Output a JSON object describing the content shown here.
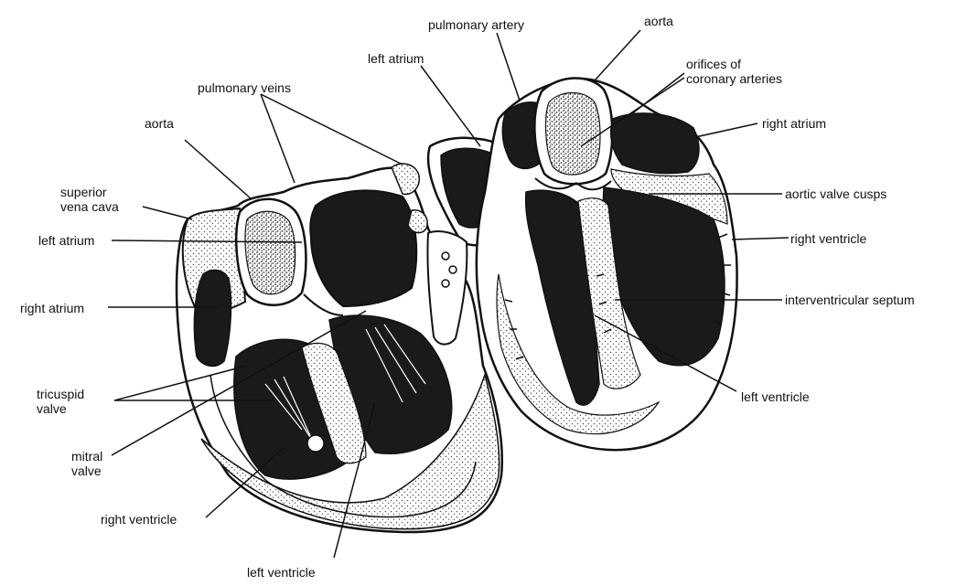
{
  "labels": {
    "pulmonary_artery": "pulmonary artery",
    "aorta_top": "aorta",
    "orifices_coronary": "orifices of\ncoronary arteries",
    "left_atrium_top": "left atrium",
    "pulmonary_veins": "pulmonary veins",
    "aorta_left": "aorta",
    "right_atrium_right": "right atrium",
    "superior_vena_cava": "superior\nvena cava",
    "aortic_valve_cusps": "aortic valve cusps",
    "left_atrium_left": "left atrium",
    "right_ventricle_right": "right ventricle",
    "interventricular_septum": "interventricular septum",
    "right_atrium_left": "right atrium",
    "tricuspid_valve": "tricuspid\nvalve",
    "left_ventricle_right": "left ventricle",
    "mitral_valve": "mitral\nvalve",
    "right_ventricle_left": "right ventricle",
    "left_ventricle_bottom": "left ventricle"
  },
  "colors": {
    "ink": "#111111",
    "chamber_fill": "#1a1a1a",
    "tissue_fill": "#ffffff",
    "stipple": "#555555"
  }
}
